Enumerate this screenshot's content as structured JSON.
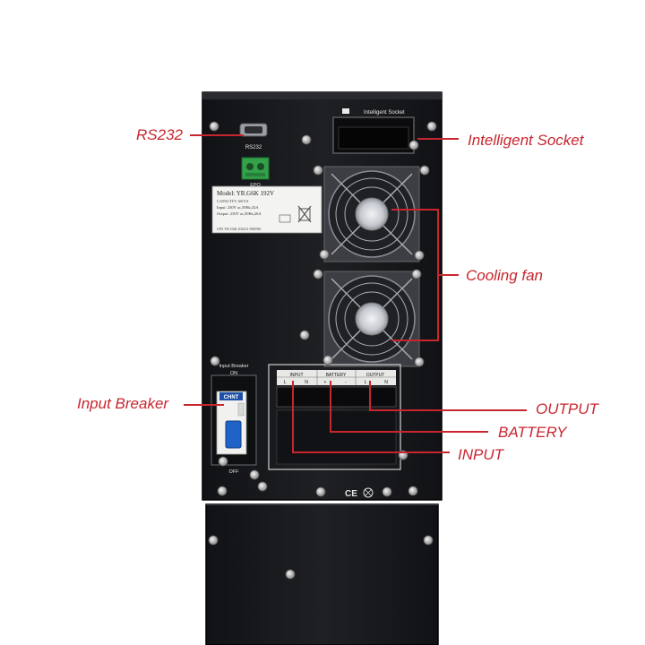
{
  "callouts": {
    "rs232": "RS232",
    "intelligent_socket": "Intelligent Socket",
    "cooling_fan": "Cooling fan",
    "input_breaker": "Input Breaker",
    "output": "OUTPUT",
    "battery": "BATTERY",
    "input": "INPUT"
  },
  "panel": {
    "intelligent_socket_label": "Intelligent Socket",
    "rs232_label": "RS232",
    "epo_label": "EPO",
    "input_breaker_label": "Input Breaker",
    "on_label": "ON",
    "off_label": "OFF",
    "breaker_brand": "CHNT",
    "ce_mark": "CE"
  },
  "nameplate": {
    "model": "Model: YR.G6K 192V",
    "capacity": "CAPACITY: 6KVA",
    "input": "Input: 230V ac,50Hz,32A",
    "output": "Output: 230V ac,50Hz,26A",
    "serial": "UPS YR.G6K 204221 0000X6"
  },
  "terminal_block": {
    "groups": [
      "INPUT",
      "BATTERY",
      "OUTPUT"
    ],
    "terminals": [
      "L",
      "N",
      "+",
      "-",
      "L",
      "N"
    ]
  },
  "colors": {
    "callout_red": "#c8262f",
    "cabinet_black": "#1c1d21",
    "epo_green": "#33a04a",
    "breaker_blue": "#1f63c8"
  }
}
